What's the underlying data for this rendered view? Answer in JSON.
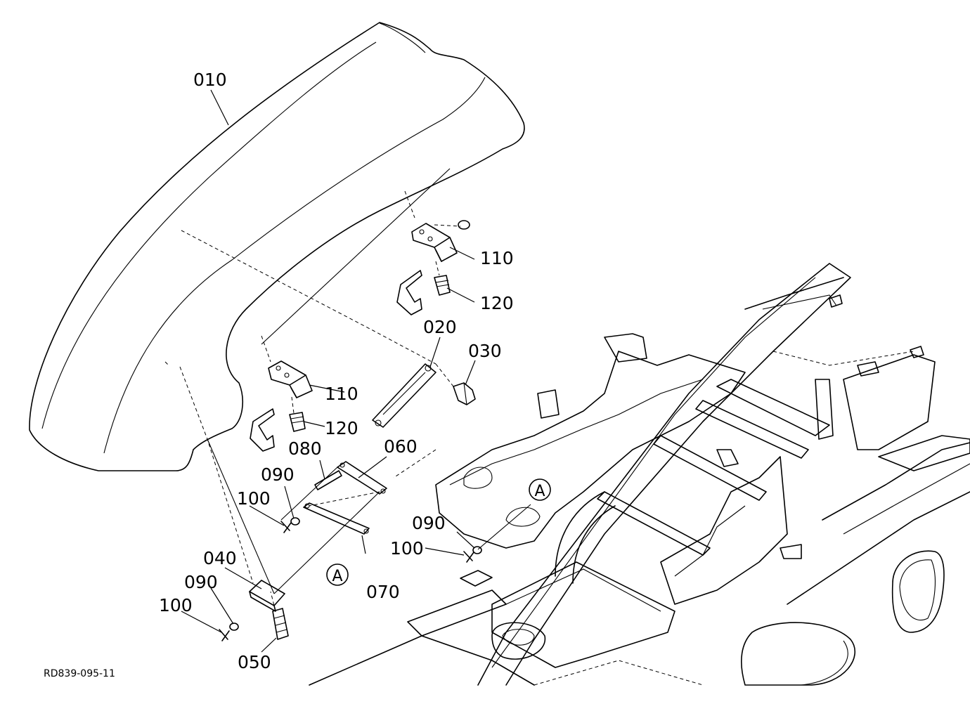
{
  "diagram": {
    "part_labels": {
      "p010": "010",
      "p020": "020",
      "p030": "030",
      "p040": "040",
      "p050": "050",
      "p060": "060",
      "p070": "070",
      "p080": "080",
      "p090a": "090",
      "p090b": "090",
      "p090c": "090",
      "p100a": "100",
      "p100b": "100",
      "p100c": "100",
      "p110a": "110",
      "p110b": "110",
      "p120a": "120",
      "p120b": "120"
    },
    "ref_markers": {
      "a1": "A",
      "a2": "A"
    },
    "drawing_code": "RD839-095-11"
  }
}
